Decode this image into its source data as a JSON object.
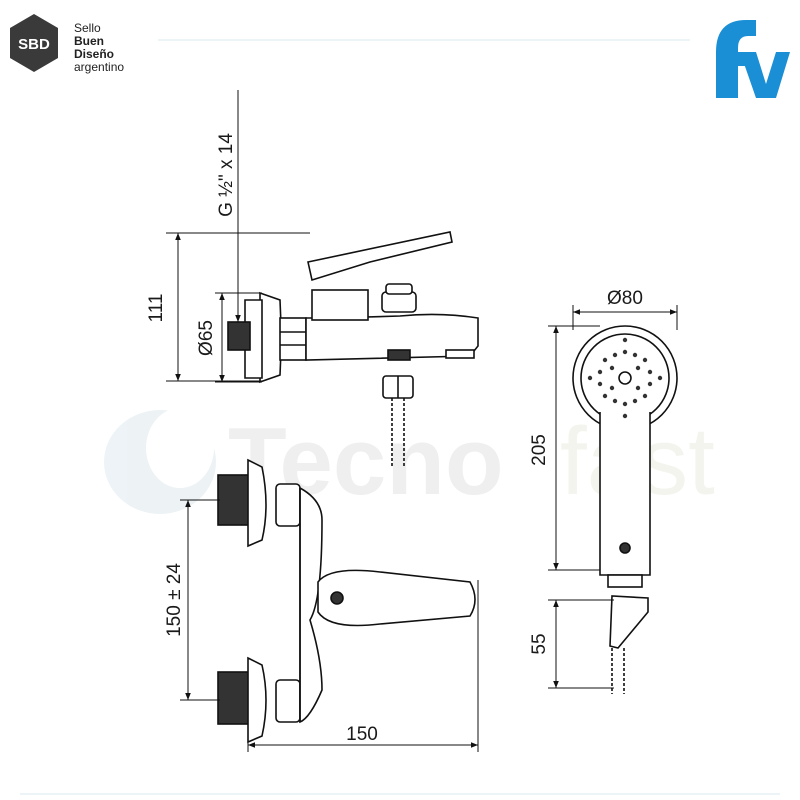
{
  "header": {
    "badge": "SBD",
    "sello_lines": [
      "Sello",
      "Buen",
      "Diseño",
      "argentino"
    ],
    "brand_logo": "fv"
  },
  "watermark": {
    "part1": "Tecno",
    "part2": "fast"
  },
  "dimensions": {
    "thread": "G ½\" x 14",
    "height_111": "111",
    "diameter_65": "Ø65",
    "diameter_80": "Ø80",
    "length_205": "205",
    "spacing": "150 ± 24",
    "width_150": "150",
    "height_55": "55"
  },
  "colors": {
    "brand_blue": "#1a8fd6",
    "line": "#111111",
    "badge_bg": "#3a3a3a",
    "watermark": "#e4e4e4"
  }
}
